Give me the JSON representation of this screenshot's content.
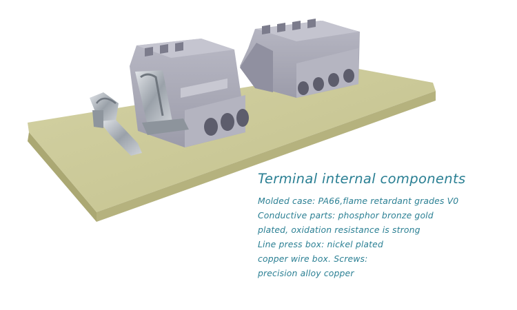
{
  "caption": {
    "heading": "Terminal internal components",
    "lines": [
      "Molded case: PA66,flame retardant grades V0",
      "Conductive parts: phosphor bronze gold",
      "plated, oxidation resistance is strong",
      "Line press box: nickel plated",
      "copper wire box. Screws:",
      "precision alloy copper"
    ]
  },
  "colors": {
    "text": "#2a7f93",
    "board": "#c6c492",
    "connector": "#a9a9b6",
    "metal": "#b7bcc2"
  }
}
